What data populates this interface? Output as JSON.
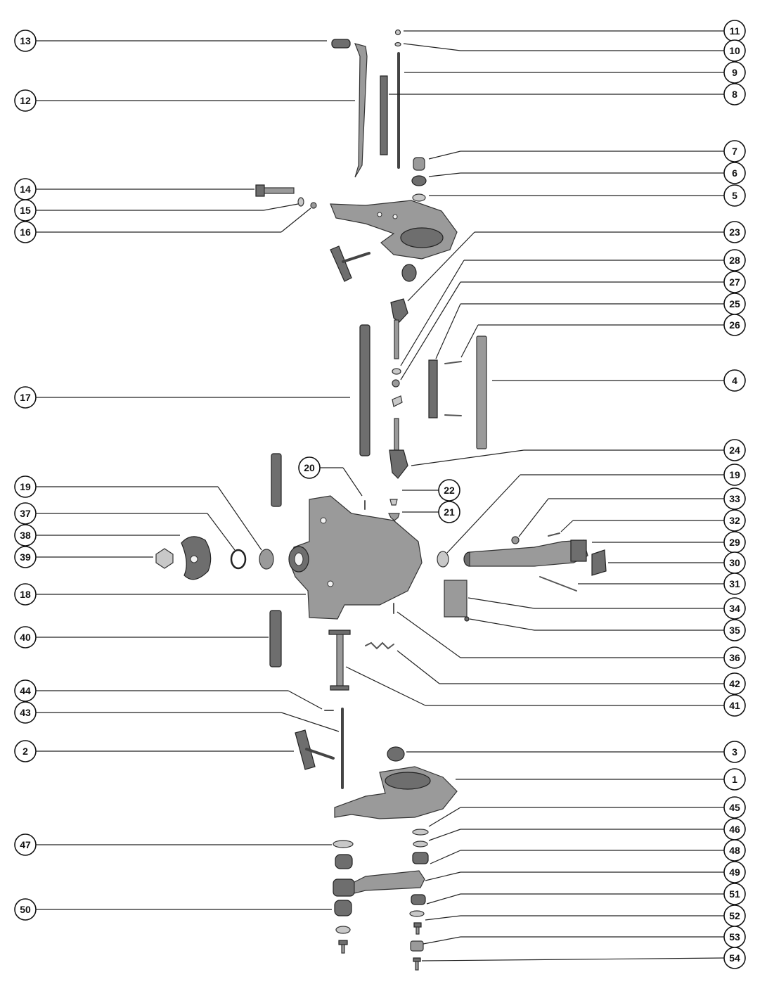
{
  "callouts": {
    "c1": "1",
    "c2": "2",
    "c3": "3",
    "c4": "4",
    "c5": "5",
    "c6": "6",
    "c7": "7",
    "c8": "8",
    "c9": "9",
    "c10": "10",
    "c11": "11",
    "c12": "12",
    "c13": "13",
    "c14": "14",
    "c15": "15",
    "c16": "16",
    "c17": "17",
    "c18": "18",
    "c19a": "19",
    "c19b": "19",
    "c20": "20",
    "c21": "21",
    "c22": "22",
    "c23": "23",
    "c24": "24",
    "c25": "25",
    "c26": "26",
    "c27": "27",
    "c28": "28",
    "c29": "29",
    "c30": "30",
    "c31": "31",
    "c32": "32",
    "c33": "33",
    "c34": "34",
    "c35": "35",
    "c36": "36",
    "c37": "37",
    "c38": "38",
    "c39": "39",
    "c40": "40",
    "c41": "41",
    "c42": "42",
    "c43": "43",
    "c44": "44",
    "c45": "45",
    "c46": "46",
    "c47": "47",
    "c48": "48",
    "c49": "49",
    "c50": "50",
    "c51": "51",
    "c52": "52",
    "c53": "53",
    "c54": "54"
  }
}
